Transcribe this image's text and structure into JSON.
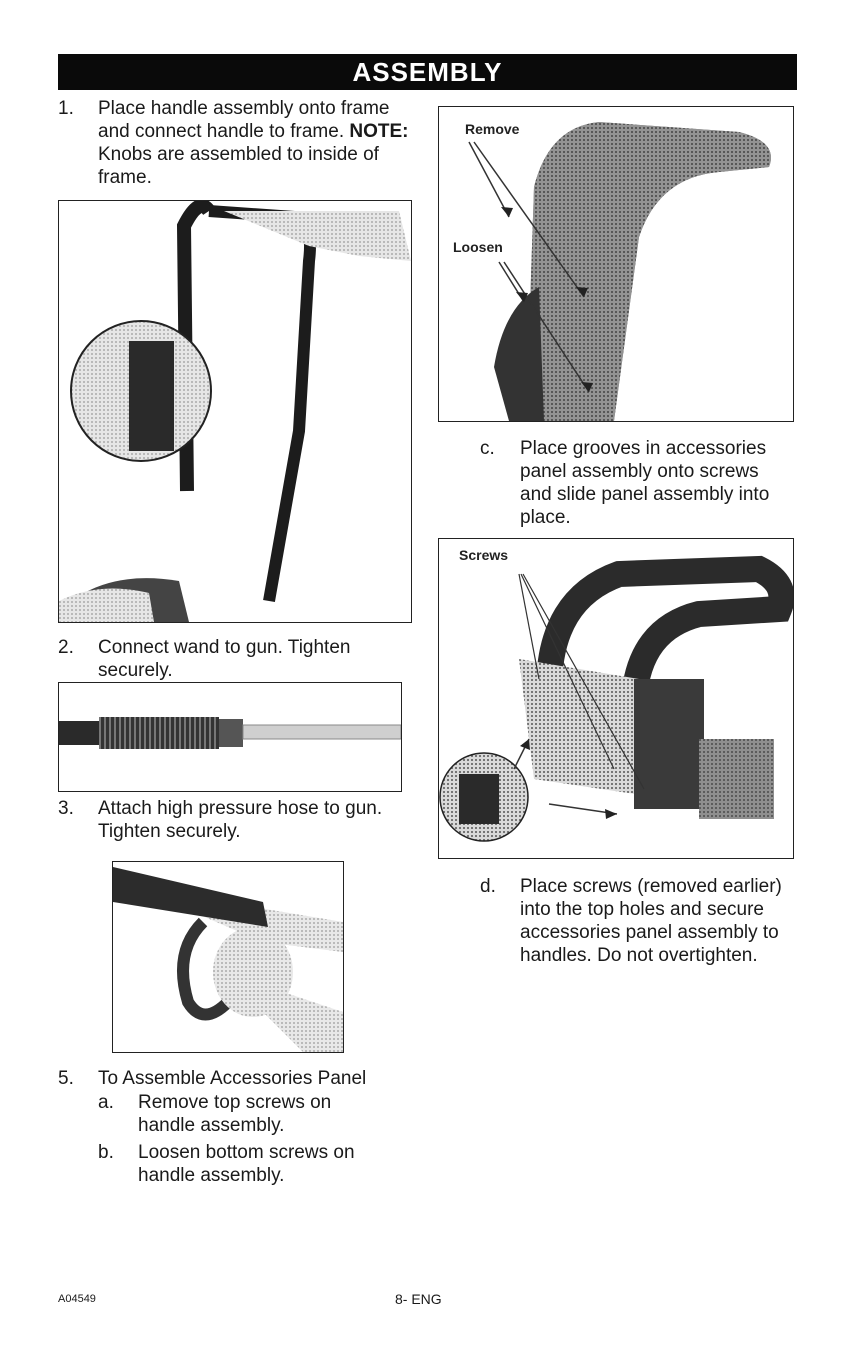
{
  "header": {
    "title": "ASSEMBLY"
  },
  "steps": {
    "s1": {
      "num": "1.",
      "text": "Place handle assembly onto frame and connect handle to frame.",
      "note_label": "NOTE:",
      "note_text": " Knobs are assembled to inside of frame."
    },
    "s2": {
      "num": "2.",
      "text": "Connect wand to gun. Tighten securely."
    },
    "s3": {
      "num": "3.",
      "text": "Attach high pressure hose to gun. Tighten securely."
    },
    "s5": {
      "num": "5.",
      "text": "To Assemble Accessories Panel"
    },
    "s5a": {
      "num": "a.",
      "text": "Remove top screws on handle assembly."
    },
    "s5b": {
      "num": "b.",
      "text": "Loosen bottom screws on handle assembly."
    },
    "s5c": {
      "num": "c.",
      "text": "Place grooves in accessories panel assembly onto screws and slide panel assembly into place."
    },
    "s5d": {
      "num": "d.",
      "text": "Place screws (removed earlier) into the top holes and secure accessories panel assembly to handles. Do not overtighten."
    }
  },
  "figures": {
    "remove_label": "Remove",
    "loosen_label": "Loosen",
    "screws_label": "Screws"
  },
  "footer": {
    "code": "A04549",
    "page": "8- ENG"
  }
}
